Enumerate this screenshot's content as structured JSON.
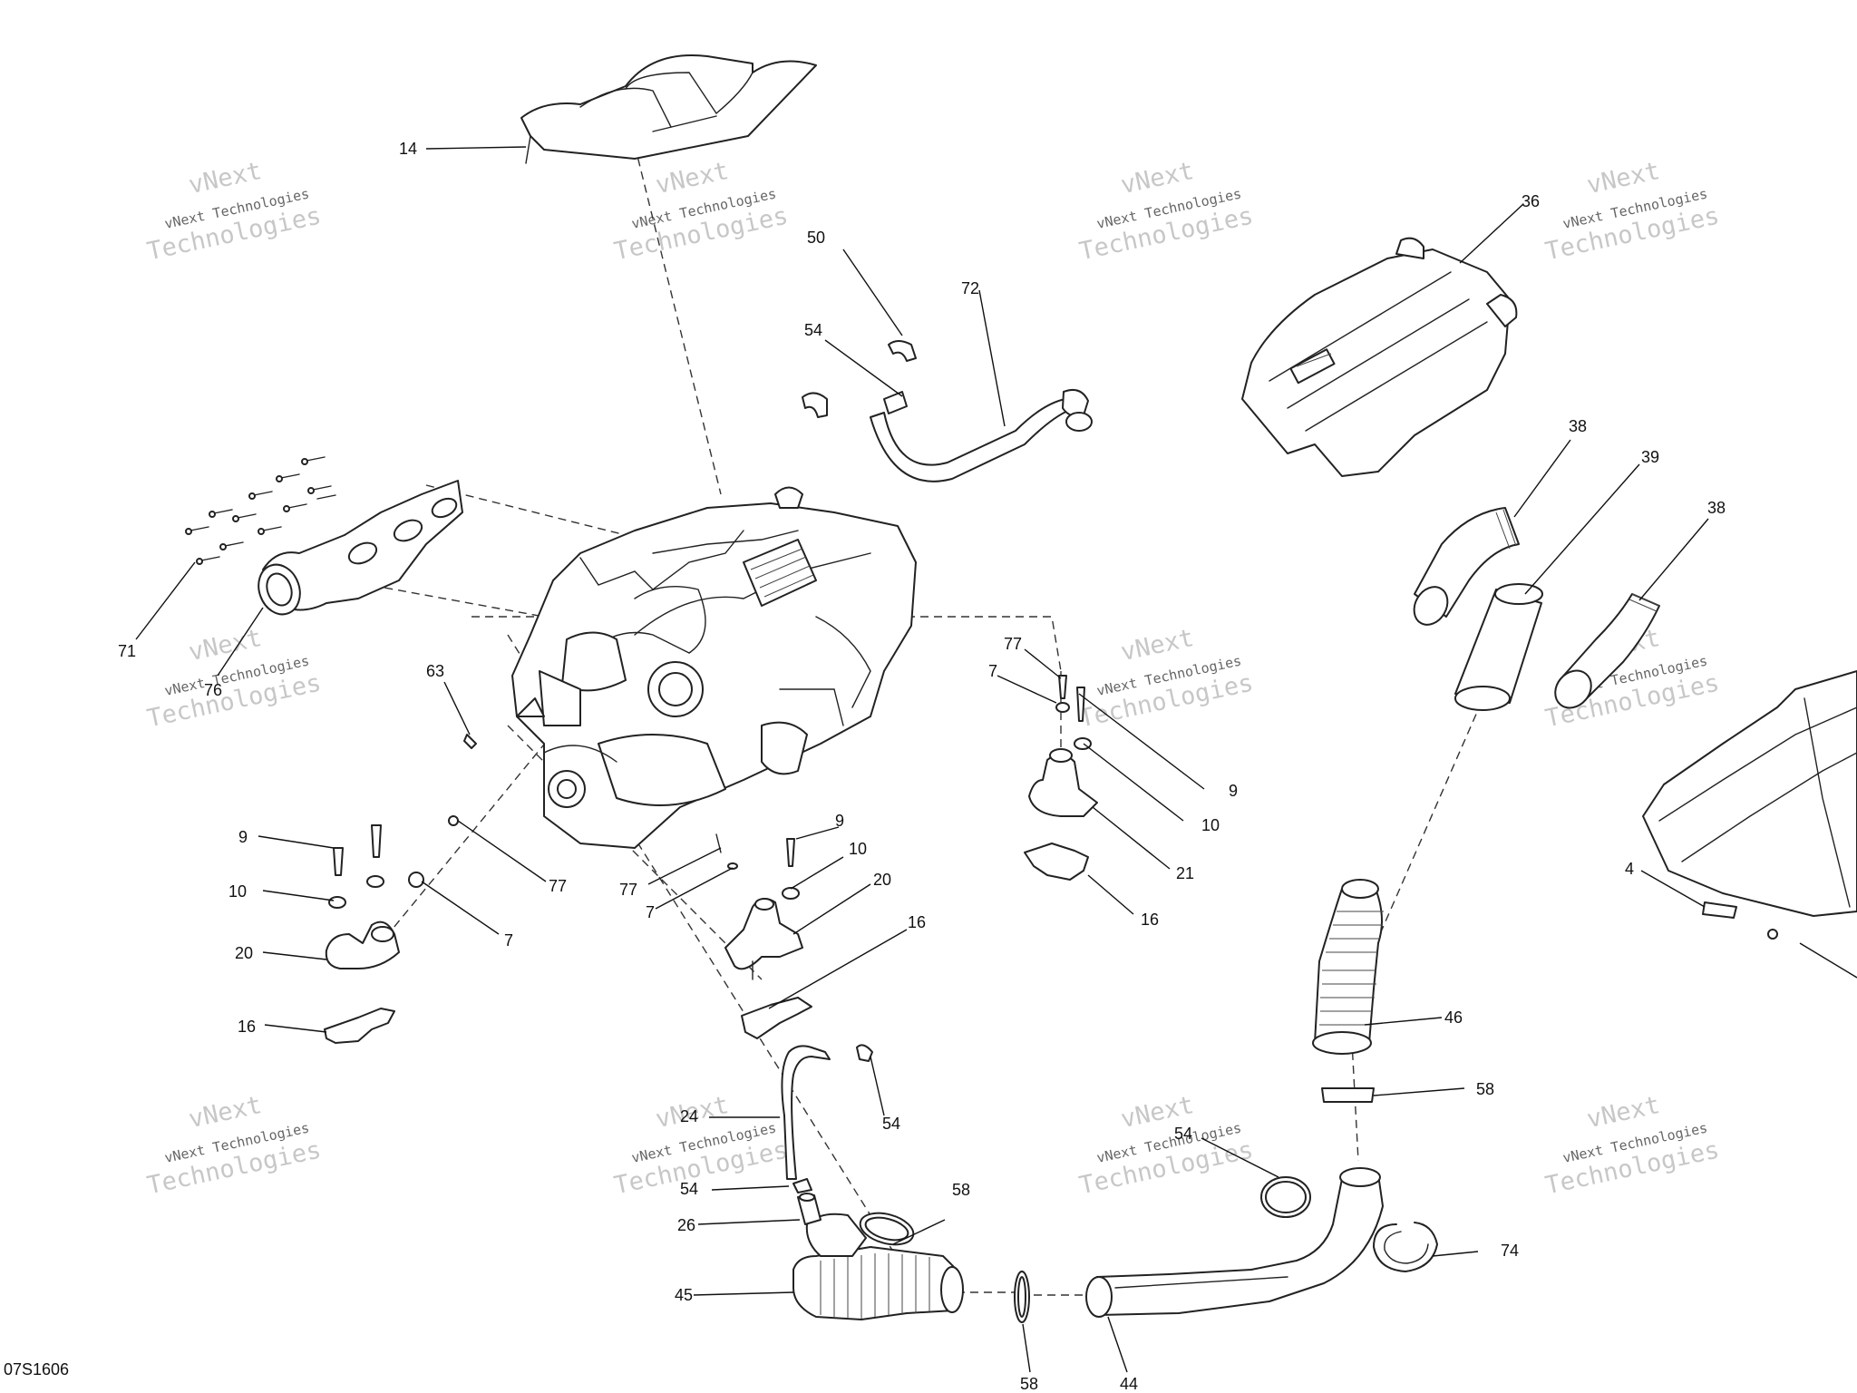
{
  "diagram_id": "07S1606",
  "watermark": {
    "line1": "vNext",
    "line2": "vNext Technologies",
    "line3": "Technologies"
  },
  "callouts": {
    "c14": "14",
    "c36": "36",
    "c50": "50",
    "c72": "72",
    "c54a": "54",
    "c38a": "38",
    "c39": "39",
    "c38b": "38",
    "c71": "71",
    "c76": "76",
    "c63": "63",
    "c77a": "77",
    "c7a": "7",
    "c9a": "9",
    "c10a": "10",
    "c21": "21",
    "c16a": "16",
    "c9b": "9",
    "c10b": "10",
    "c20a": "20",
    "c77b": "77",
    "c7b": "7",
    "c9c": "9",
    "c10c": "10",
    "c77c": "77",
    "c7c": "7",
    "c20b": "20",
    "c16b": "16",
    "c16c": "16",
    "c4": "4",
    "c46": "46",
    "c58a": "58",
    "c24": "24",
    "c54b": "54",
    "c54c": "54",
    "c26": "26",
    "c58b": "58",
    "c45": "45",
    "c54d": "54",
    "c74": "74",
    "c58c": "58",
    "c44": "44"
  },
  "colors": {
    "line": "#222222",
    "watermark": "#9a9a9a",
    "background": "#ffffff"
  }
}
